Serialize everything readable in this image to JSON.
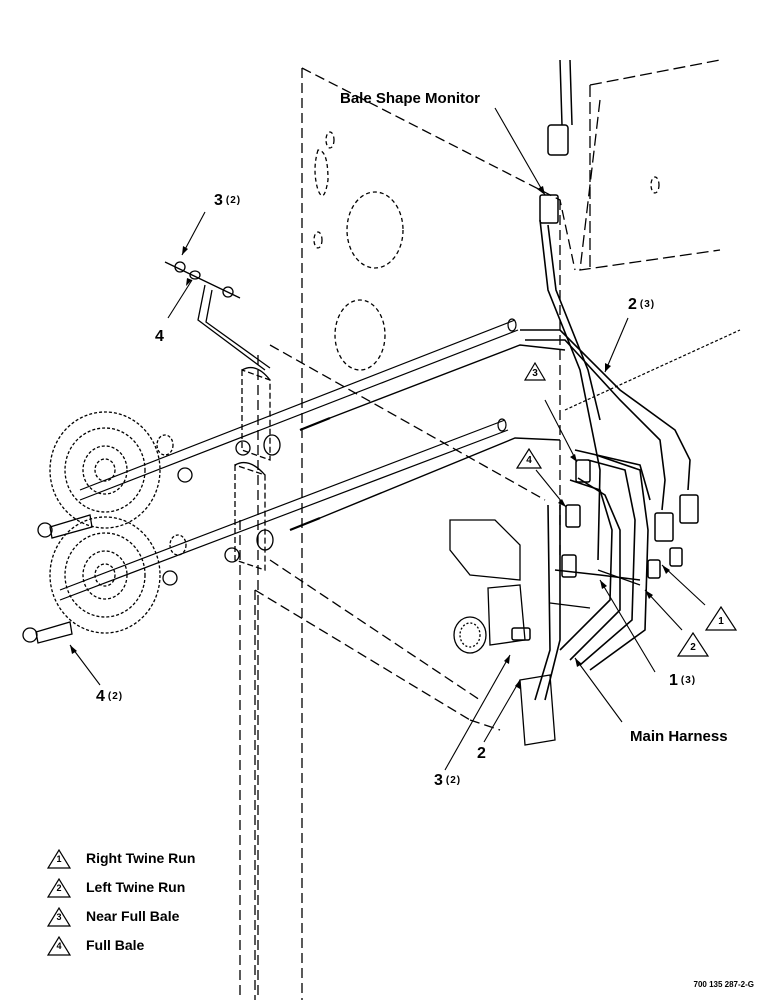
{
  "labels": {
    "bale_shape_monitor": "Bale Shape Monitor",
    "main_harness": "Main Harness"
  },
  "callouts": [
    {
      "id": "top-3",
      "number": "3",
      "qty": "(2)"
    },
    {
      "id": "top-4",
      "number": "4",
      "qty": ""
    },
    {
      "id": "right-2",
      "number": "2",
      "qty": "(3)"
    },
    {
      "id": "right-1",
      "number": "1",
      "qty": "(3)"
    },
    {
      "id": "bottom-2",
      "number": "2",
      "qty": ""
    },
    {
      "id": "bottom-3",
      "number": "3",
      "qty": "(2)"
    },
    {
      "id": "bottom-4",
      "number": "4",
      "qty": "(2)"
    }
  ],
  "triangle_callouts": [
    "1",
    "2",
    "3",
    "4"
  ],
  "legend": [
    {
      "num": "1",
      "text": "Right Twine Run"
    },
    {
      "num": "2",
      "text": "Left Twine Run"
    },
    {
      "num": "3",
      "text": "Near Full Bale"
    },
    {
      "num": "4",
      "text": "Full Bale"
    }
  ],
  "drawing_code": "700 135 287-2-G"
}
